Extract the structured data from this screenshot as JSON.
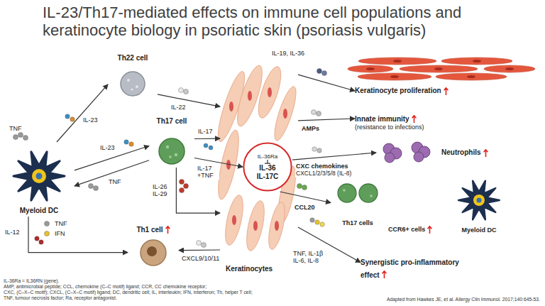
{
  "diagram": {
    "title": "IL-23/Th17-mediated effects on immune cell populations and keratinocyte biology in psoriatic skin (psoriasis vulgaris)",
    "nodes": [
      {
        "text": [
          "Myeloid DC"
        ]
      },
      {
        "text": [
          "Th22 cell"
        ]
      },
      {
        "text": [
          "Th17 cell"
        ]
      },
      {
        "text": [
          "Th1 cell"
        ]
      },
      {
        "text": [
          "Keratinocytes"
        ]
      },
      {
        "text": [
          "IL-36Ra",
          "IL-36",
          "IL-17C"
        ],
        "in": 4
      },
      {
        "text": [
          "Keratinocyte proliferation"
        ]
      },
      {
        "text": [
          "Innate immunity",
          "(resistance to infections)"
        ]
      },
      {
        "text": [
          "Neutrophils"
        ]
      },
      {
        "text": [
          "Th17 cells"
        ]
      },
      {
        "text": [
          "Myeloid DC"
        ]
      },
      {
        "text": [
          "Synergistic pro-inflammatory effect"
        ]
      }
    ],
    "edges": [
      {
        "from": 0,
        "to": 1,
        "label": "IL-23",
        "arrow": "to"
      },
      {
        "from": 0,
        "to": 2,
        "label": "IL-23",
        "arrow": "to"
      },
      {
        "from": 2,
        "to": 0,
        "label": "TNF",
        "arrow": "to"
      },
      {
        "from": 0,
        "to": 3,
        "label": "IL-12",
        "arrow": "to"
      },
      {
        "from": 1,
        "to": 4,
        "label": "IL-22",
        "arrow": "to"
      },
      {
        "from": 2,
        "to": 4,
        "label": "IL-17",
        "arrow": "to"
      },
      {
        "from": 2,
        "to": 5,
        "label": "IL-17 +TNF",
        "arrow": "to"
      },
      {
        "from": 2,
        "to": 4,
        "label": "IL-26 IL-29",
        "arrow": "to"
      },
      {
        "from": 4,
        "to": 3,
        "label": "CXCL9/10/11",
        "arrow": "to"
      },
      {
        "from": 4,
        "to": 6,
        "label": "IL-19, IL-36",
        "arrow": "to"
      },
      {
        "from": 4,
        "to": 7,
        "label": "AMPs",
        "arrow": "to"
      },
      {
        "from": 5,
        "to": 8,
        "label": "CXC chemokines",
        "arrow": "to"
      },
      {
        "from": 5,
        "to": 9,
        "label": "CCL20",
        "arrow": "to"
      },
      {
        "from": 4,
        "to": 11,
        "label": "TNF, IL-1β IL-6, IL-8",
        "arrow": "to"
      }
    ],
    "labels": [
      "TNF",
      "TNF",
      "IFN",
      "CXCL1/2/3/5/8 (IL-8)",
      "CCR6+ cells",
      "IL-36Ra = IL36RN (gene).",
      "AMP, antimicrobial peptide; CCL, chemokine (C–C motif) ligand; CCR, CC chemokine receptor;",
      "CXC, (C–X–C motif); CXCL, (C–X–C motif) ligand; DC, dendritic cell; IL, interleukin; IFN, interferon; Th, helper T cell;",
      "TNF, tumour necrosis factor; Ra, receptor antagonist.",
      "Adapted from Hawkes JE, et al. Allergy Clin Immunol. 2017;140:645-53."
    ]
  }
}
